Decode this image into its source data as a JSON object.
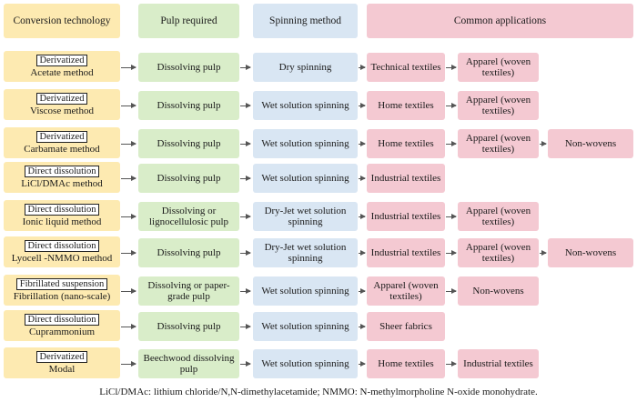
{
  "headers": {
    "conversion": "Conversion technology",
    "pulp": "Pulp required",
    "spinning": "Spinning method",
    "applications": "Common applications"
  },
  "rows": [
    {
      "category": "Derivatized",
      "method": "Acetate method",
      "pulp": "Dissolving pulp",
      "spinning": "Dry spinning",
      "applications": [
        "Technical textiles",
        "Apparel (woven textiles)"
      ]
    },
    {
      "category": "Derivatized",
      "method": "Viscose method",
      "pulp": "Dissolving pulp",
      "spinning": "Wet solution spinning",
      "applications": [
        "Home textiles",
        "Apparel (woven textiles)"
      ]
    },
    {
      "category": "Derivatized",
      "method": "Carbamate method",
      "pulp": "Dissolving pulp",
      "spinning": "Wet solution spinning",
      "applications": [
        "Home textiles",
        "Apparel (woven textiles)",
        "Non-wovens"
      ]
    },
    {
      "category": "Direct dissolution",
      "method": "LiCl/DMAc method",
      "pulp": "Dissolving pulp",
      "spinning": "Wet solution spinning",
      "applications": [
        "Industrial textiles"
      ]
    },
    {
      "category": "Direct dissolution",
      "method": "Ionic liquid method",
      "pulp": "Dissolving or lignocellulosic pulp",
      "spinning": "Dry-Jet wet solution spinning",
      "applications": [
        "Industrial textiles",
        "Apparel (woven textiles)"
      ]
    },
    {
      "category": "Direct dissolution",
      "method": "Lyocell -NMMO method",
      "pulp": "Dissolving pulp",
      "spinning": "Dry-Jet wet solution spinning",
      "applications": [
        "Industrial textiles",
        "Apparel (woven textiles)",
        "Non-wovens"
      ]
    },
    {
      "category": "Fibrillated suspension",
      "method": "Fibrillation (nano-scale)",
      "pulp": "Dissolving or paper-grade pulp",
      "spinning": "Wet solution spinning",
      "applications": [
        "Apparel (woven textiles)",
        "Non-wovens"
      ]
    },
    {
      "category": "Direct dissolution",
      "method": "Cuprammonium",
      "pulp": "Dissolving pulp",
      "spinning": "Wet solution spinning",
      "applications": [
        "Sheer fabrics"
      ]
    },
    {
      "category": "Derivatized",
      "method": "Modal",
      "pulp": "Beechwood dissolving pulp",
      "spinning": "Wet solution spinning",
      "applications": [
        "Home textiles",
        "Industrial textiles"
      ]
    }
  ],
  "footnote": "LiCl/DMAc: lithium chloride/N,N-dimethylacetamide; NMMO: N-methylmorpholine N-oxide monohydrate.",
  "colors": {
    "conversion": "#fdeab1",
    "pulp": "#d9edc9",
    "spinning": "#d9e6f3",
    "applications": "#f4c9d2"
  }
}
